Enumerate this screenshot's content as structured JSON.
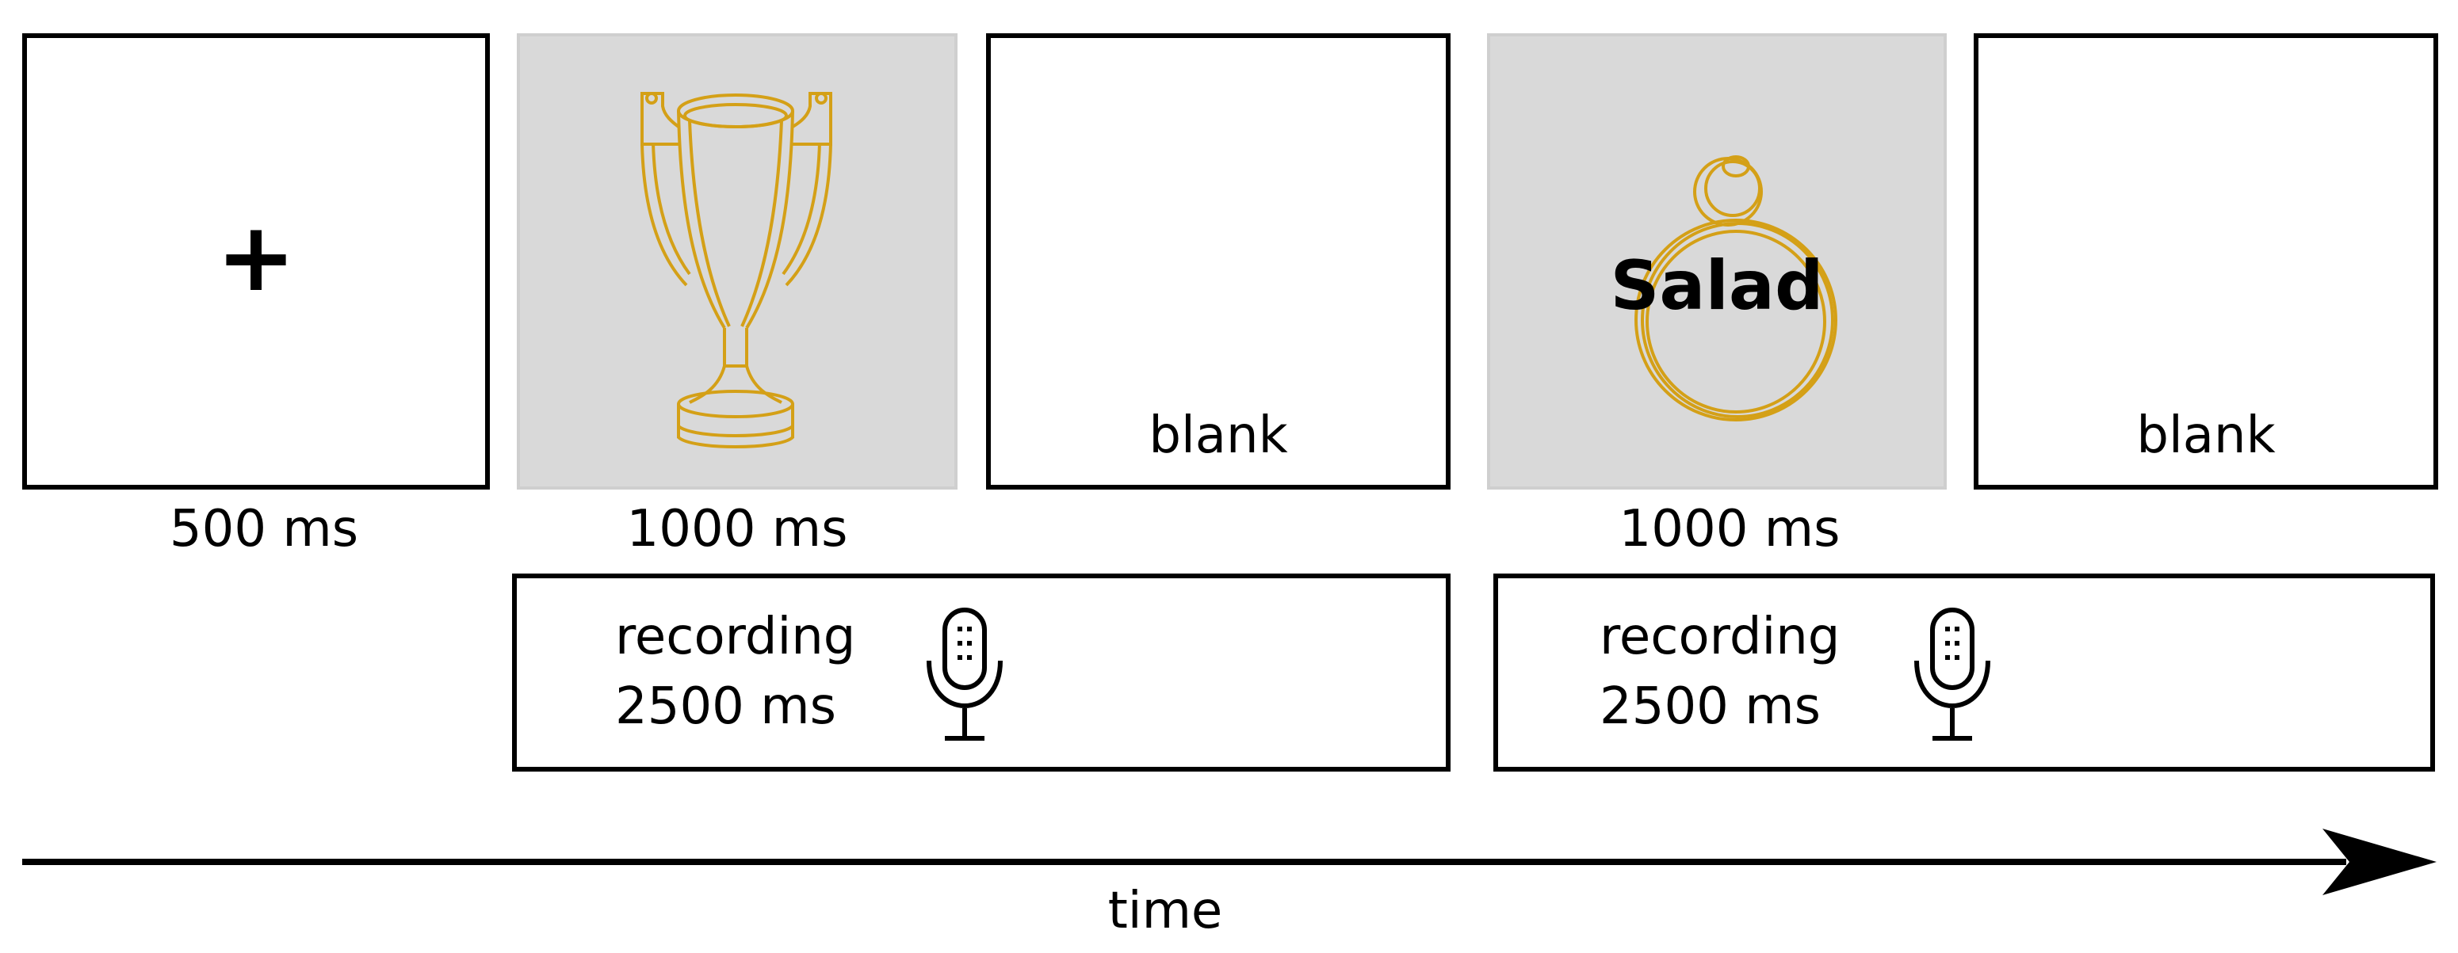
{
  "trial": {
    "fixation": {
      "symbol": "+",
      "duration": "500 ms"
    },
    "picture": {
      "image_icon": "trophy-icon",
      "duration": "1000 ms"
    },
    "blank_1": {
      "label": "blank"
    },
    "word_picture": {
      "image_icon": "ring-icon",
      "word": "Salad",
      "duration": "1000 ms"
    },
    "blank_2": {
      "label": "blank"
    }
  },
  "recordings": [
    {
      "text": "recording\n2500 ms",
      "icon": "microphone-icon"
    },
    {
      "text": "recording\n2500 ms",
      "icon": "microphone-icon"
    }
  ],
  "timeline": {
    "label": "time"
  },
  "colors": {
    "stimulus_line": "#d4a017",
    "stimulus_bg": "#d9d9d9",
    "stroke": "#000000"
  }
}
